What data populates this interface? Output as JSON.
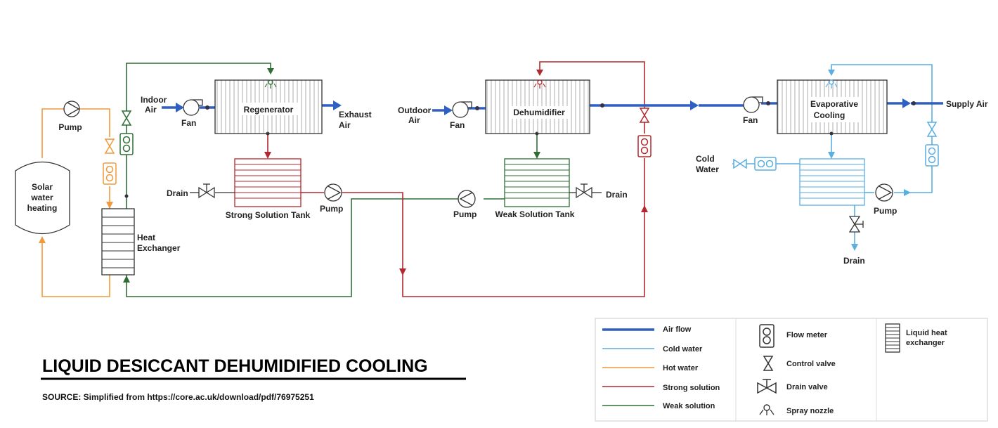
{
  "title": "LIQUID DESICCANT DEHUMIDIFIED COOLING",
  "source": "SOURCE: Simplified from https://core.ac.uk/download/pdf/76975251",
  "components": {
    "solar": [
      "Solar",
      "water",
      "heating"
    ],
    "pump_hot": "Pump",
    "heat_exchanger": [
      "Heat",
      "Exchanger"
    ],
    "indoor_air": [
      "Indoor",
      "Air"
    ],
    "fan_regen": "Fan",
    "regenerator": "Regenerator",
    "exhaust_air": [
      "Exhaust",
      "Air"
    ],
    "strong_tank": "Strong Solution Tank",
    "drain_left": "Drain",
    "pump_strong": "Pump",
    "outdoor_air": [
      "Outdoor",
      "Air"
    ],
    "fan_dehum": "Fan",
    "dehumidifier": "Dehumidifier",
    "weak_tank": "Weak Solution Tank",
    "pump_weak": "Pump",
    "drain_mid": "Drain",
    "fan_evap": "Fan",
    "evaporative": [
      "Evaporative",
      "Cooling"
    ],
    "supply_air": "Supply Air",
    "cold_water": [
      "Cold",
      "Water"
    ],
    "pump_cold": "Pump",
    "drain_right": "Drain"
  },
  "legend": {
    "lines": [
      {
        "label": "Air flow",
        "color": "#2f5fc2"
      },
      {
        "label": "Cold water",
        "color": "#5aaee0"
      },
      {
        "label": "Hot water",
        "color": "#f09a3c"
      },
      {
        "label": "Strong solution",
        "color": "#b2282e"
      },
      {
        "label": "Weak solution",
        "color": "#2e6e35"
      }
    ],
    "symbols": [
      {
        "label": "Flow meter",
        "icon": "flow-meter-icon"
      },
      {
        "label": "Control valve",
        "icon": "control-valve-icon"
      },
      {
        "label": "Drain valve",
        "icon": "drain-valve-icon"
      },
      {
        "label": "Spray nozzle",
        "icon": "spray-nozzle-icon"
      }
    ],
    "heat_exchanger_label": [
      "Liquid heat",
      "exchanger"
    ]
  }
}
